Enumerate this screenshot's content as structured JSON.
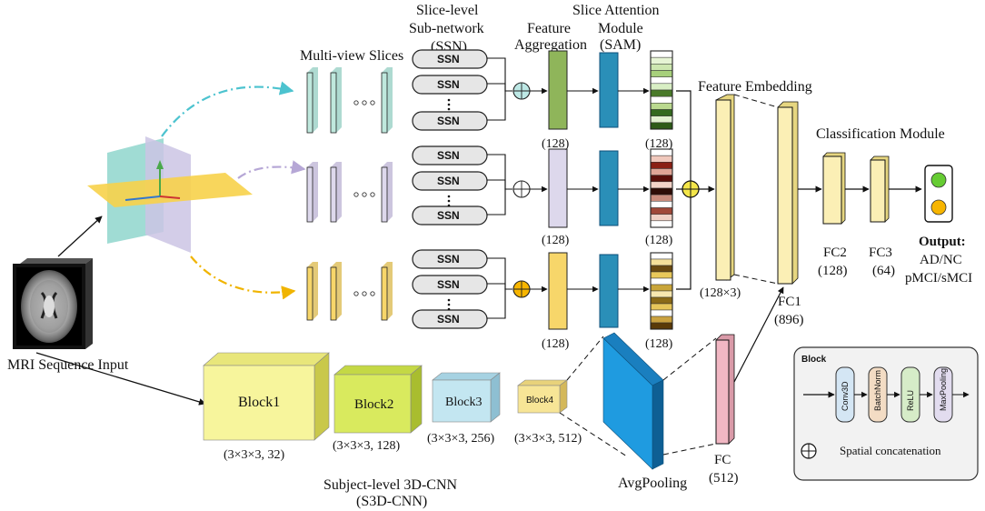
{
  "labels": {
    "multi_view_slices": "Multi-view Slices",
    "ssn_title_1": "Slice-level",
    "ssn_title_2": "Sub-network",
    "ssn_title_3": "(SSN)",
    "feat_agg_1": "Feature",
    "feat_agg_2": "Aggregation",
    "sam_1": "Slice Attention",
    "sam_2": "Module",
    "sam_3": "(SAM)",
    "feature_embedding": "Feature Embedding",
    "classification_module": "Classification Module",
    "ssn": "SSN",
    "dim_128": "(128)",
    "dim_128x3": "(128×3)",
    "fc1": "FC1",
    "fc1_dim": "(896)",
    "fc2": "FC2",
    "fc2_dim": "(128)",
    "fc3": "FC3",
    "fc3_dim": "(64)",
    "output_title": "Output:",
    "output_line1": "AD/NC",
    "output_line2": "pMCI/sMCI",
    "mri_input": "MRI  Sequence Input",
    "block1": "Block1",
    "block2": "Block2",
    "block3": "Block3",
    "block4": "Block4",
    "block1_dim": "(3×3×3, 32)",
    "block2_dim": "(3×3×3, 128)",
    "block3_dim": "(3×3×3, 256)",
    "block4_dim": "(3×3×3, 512)",
    "s3dcnn_1": "Subject-level 3D-CNN",
    "s3dcnn_2": "(S3D-CNN)",
    "avgpooling": "AvgPooling",
    "fc": "FC",
    "fc_dim": "(512)",
    "legend_title": "Block",
    "legend_conv3d": "Conv3D",
    "legend_batchnorm": "BatchNorm",
    "legend_relu": "ReLU",
    "legend_maxpooling": "MaxPooling",
    "legend_concat": "Spatial concatenation"
  },
  "colors": {
    "teal": "#bfe8dd",
    "lavender": "#ddd8ec",
    "yellow": "#f7d66a",
    "green_fa": "#8fb55a",
    "sam_blue": "#2a8fb8",
    "fe_yellow": "#fbefb5",
    "block_yellow": "#f4f39a",
    "block_lime": "#d7e85a",
    "block_blue": "#bde3ef",
    "avg_blue": "#1f9be0",
    "fc_pink": "#f1b7c3",
    "ssn_gray": "#e6e6e6",
    "green_light": "#84e36a",
    "orange": "#f7b500"
  }
}
